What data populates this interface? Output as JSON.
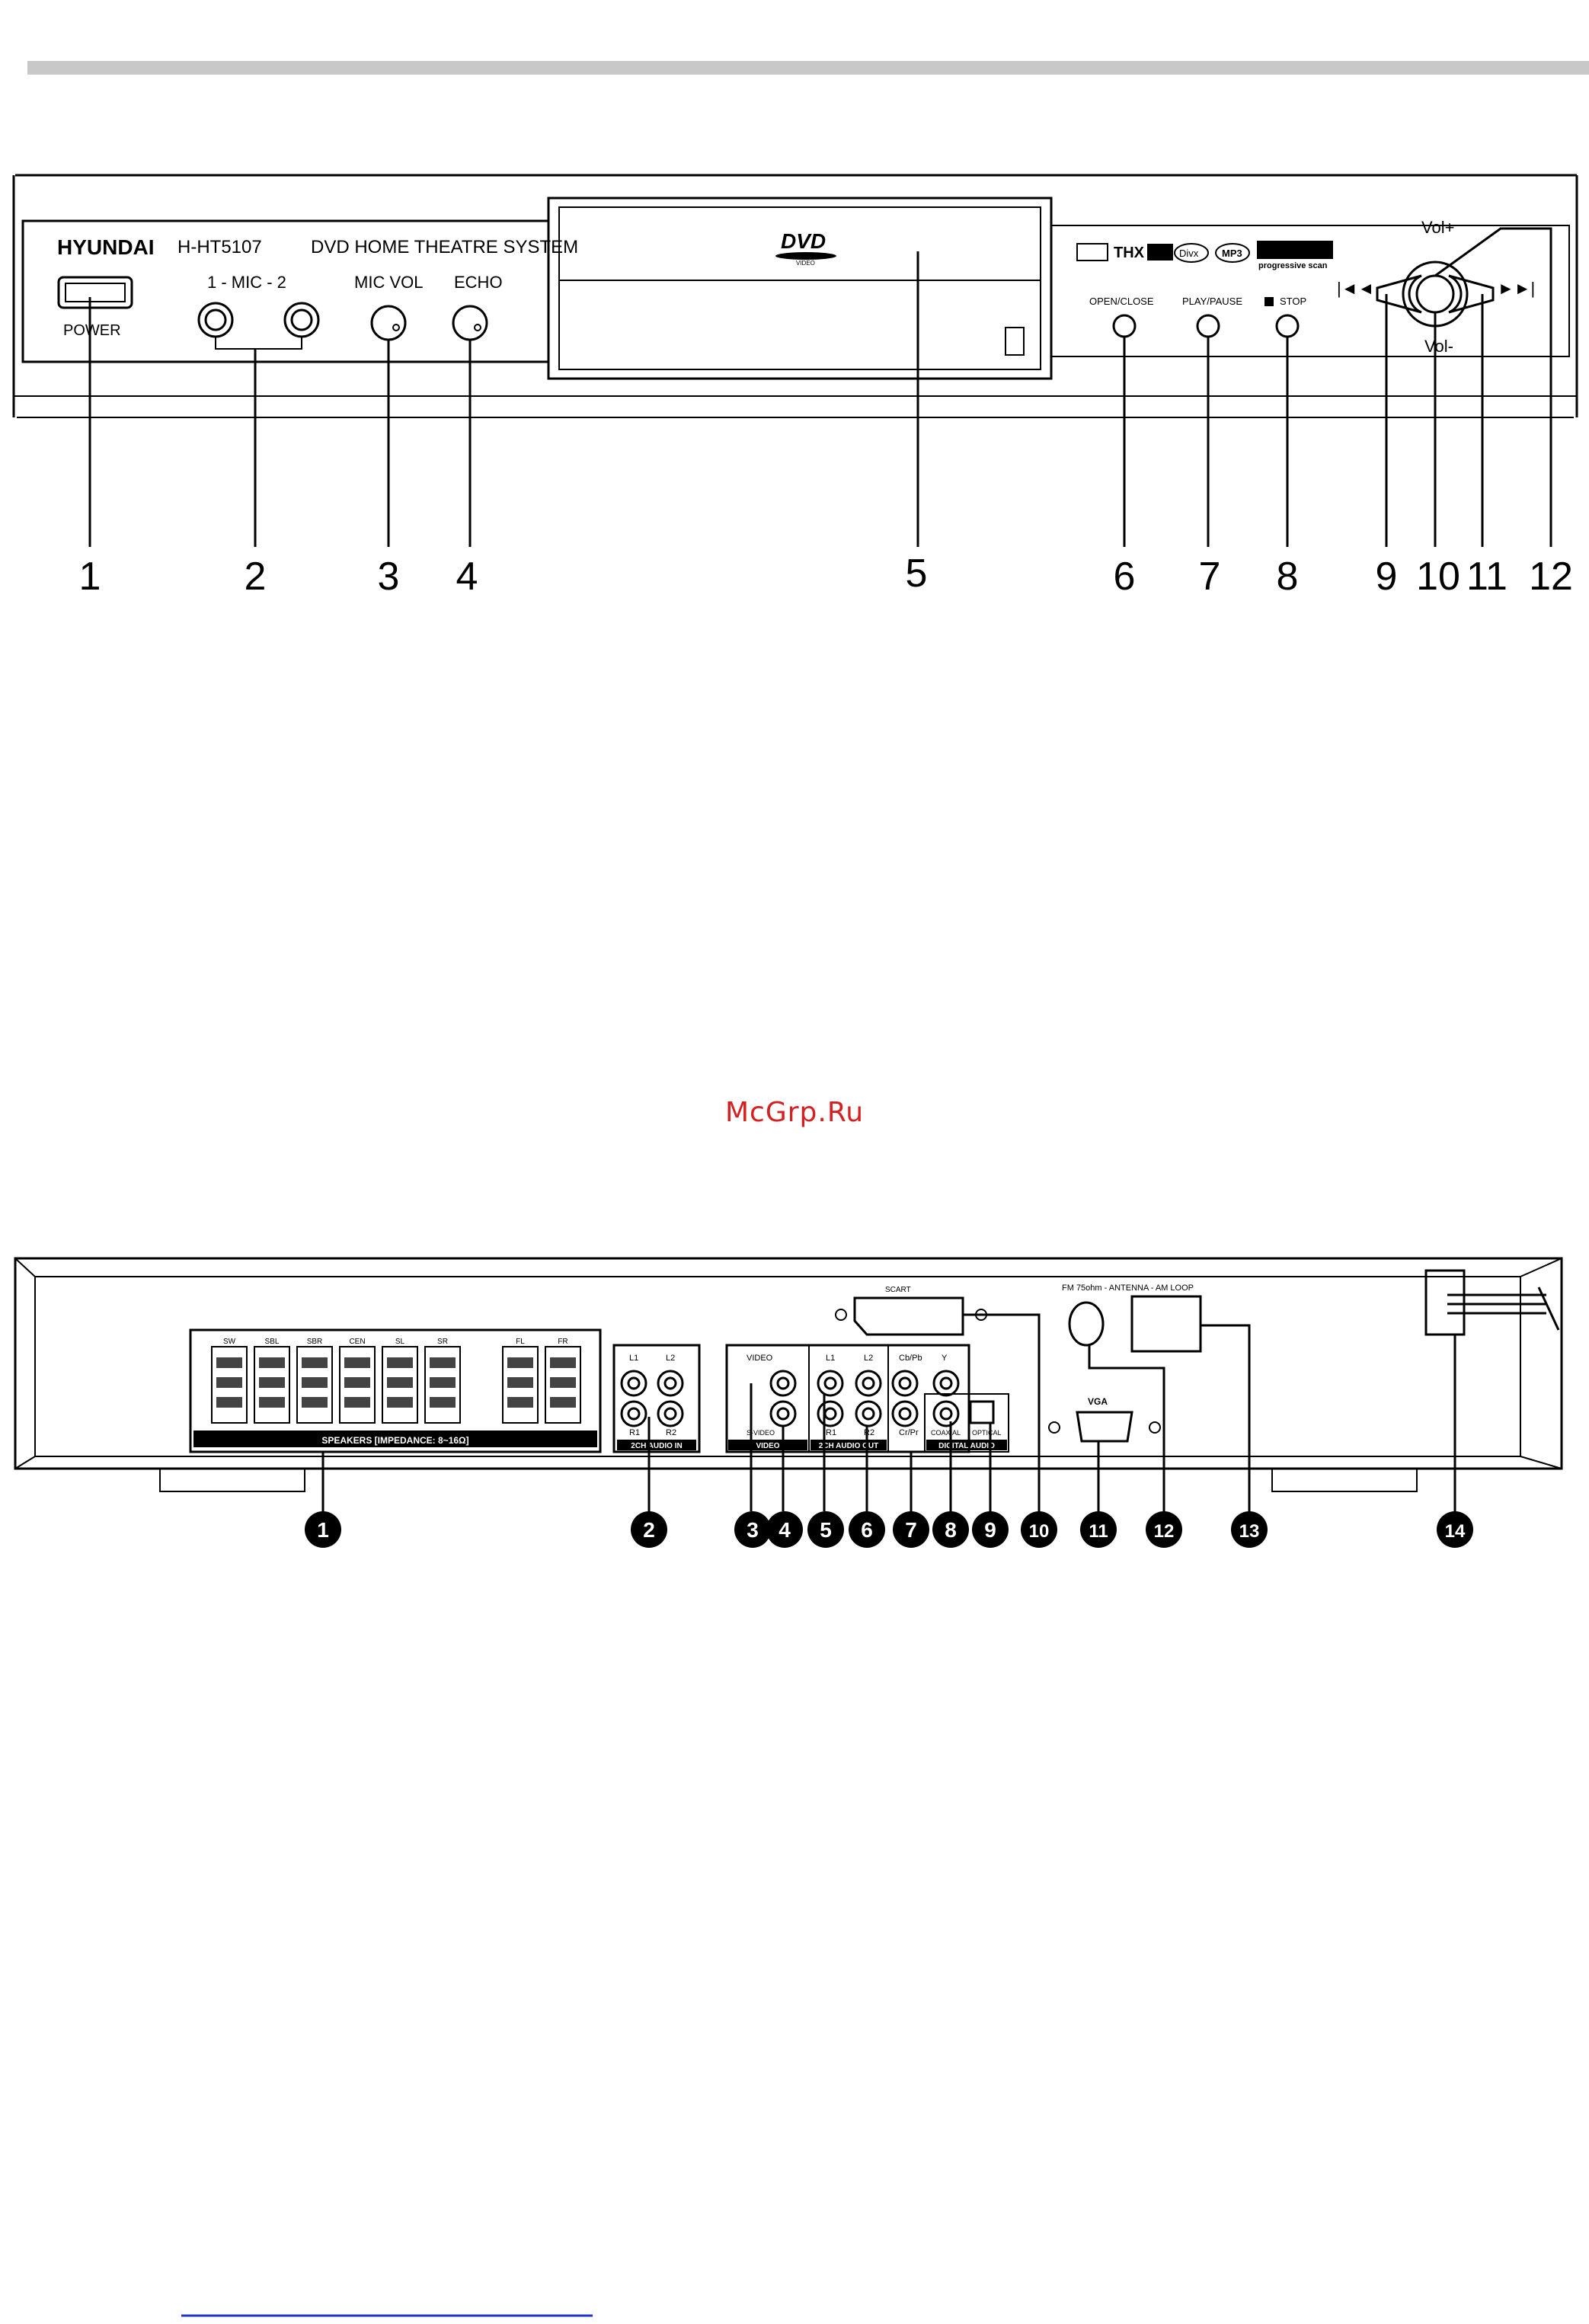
{
  "front": {
    "brand": "HYUNDAI",
    "model": "H-HT5107",
    "system": "DVD HOME THEATRE SYSTEM",
    "power": "POWER",
    "mic": "1 -   MIC  - 2",
    "mic_vol": "MIC  VOL",
    "echo": "ECHO",
    "dvd_logo": "DVD",
    "dvd_sub": "VIDEO",
    "logos": [
      "THX",
      "Divx",
      "MP3",
      "progressive scan"
    ],
    "open_close": "OPEN/CLOSE",
    "play_pause": "PLAY/PAUSE",
    "stop": "STOP",
    "vol_plus": "Vol+",
    "vol_minus": "Vol-",
    "prev": "|◄◄",
    "next": "►►|",
    "callouts": [
      "1",
      "2",
      "3",
      "4",
      "5",
      "6",
      "7",
      "8",
      "9",
      "10",
      "11",
      "12"
    ]
  },
  "watermark": "McGrp.Ru",
  "rear": {
    "speaker_channels": [
      "SW",
      "SBL",
      "SBR",
      "CEN",
      "SL",
      "SR",
      "FL",
      "FR"
    ],
    "speakers_caption": "SPEAKERS  [IMPEDANCE: 8~16Ω]",
    "audio_in_labels": [
      "L1",
      "L2",
      "R1",
      "R2"
    ],
    "audio_in_caption": "2CH AUDIO IN",
    "video_label": "VIDEO",
    "svideo_label": "S-VIDEO",
    "video_caption": "VIDEO",
    "audio_out_labels": [
      "L1",
      "L2",
      "R1",
      "R2"
    ],
    "audio_out_caption": "2CH AUDIO OUT",
    "component_labels": [
      "Cb/Pb",
      "Y",
      "Cr/Pr"
    ],
    "coaxial": "COAXIAL",
    "optical": "OPTICAL",
    "digital_caption": "DIGITAL AUDIO",
    "scart": "SCART",
    "vga": "VGA",
    "antenna": "FM 75ohm - ANTENNA - AM LOOP",
    "callouts": [
      "1",
      "2",
      "3",
      "4",
      "5",
      "6",
      "7",
      "8",
      "9",
      "10",
      "11",
      "12",
      "13",
      "14"
    ]
  }
}
